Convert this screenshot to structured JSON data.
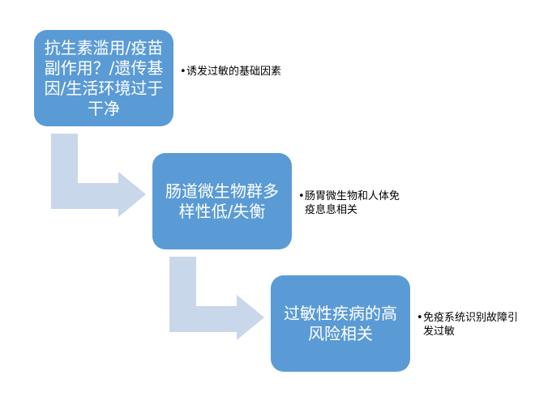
{
  "steps": [
    {
      "text": "抗生素滥用/疫苗副作用？/遗传基因/生活环境过于干净",
      "note": "诱发过敏的基础因素"
    },
    {
      "text": "肠道微生物群多样性低/失衡",
      "note": "肠胃微生物和人体免疫息息相关"
    },
    {
      "text": "过敏性疾病的高风险相关",
      "note": "免疫系统识别故障引发过敏"
    }
  ],
  "colors": {
    "box": "#5b9bd5",
    "arrow": "#c9d7ea"
  }
}
